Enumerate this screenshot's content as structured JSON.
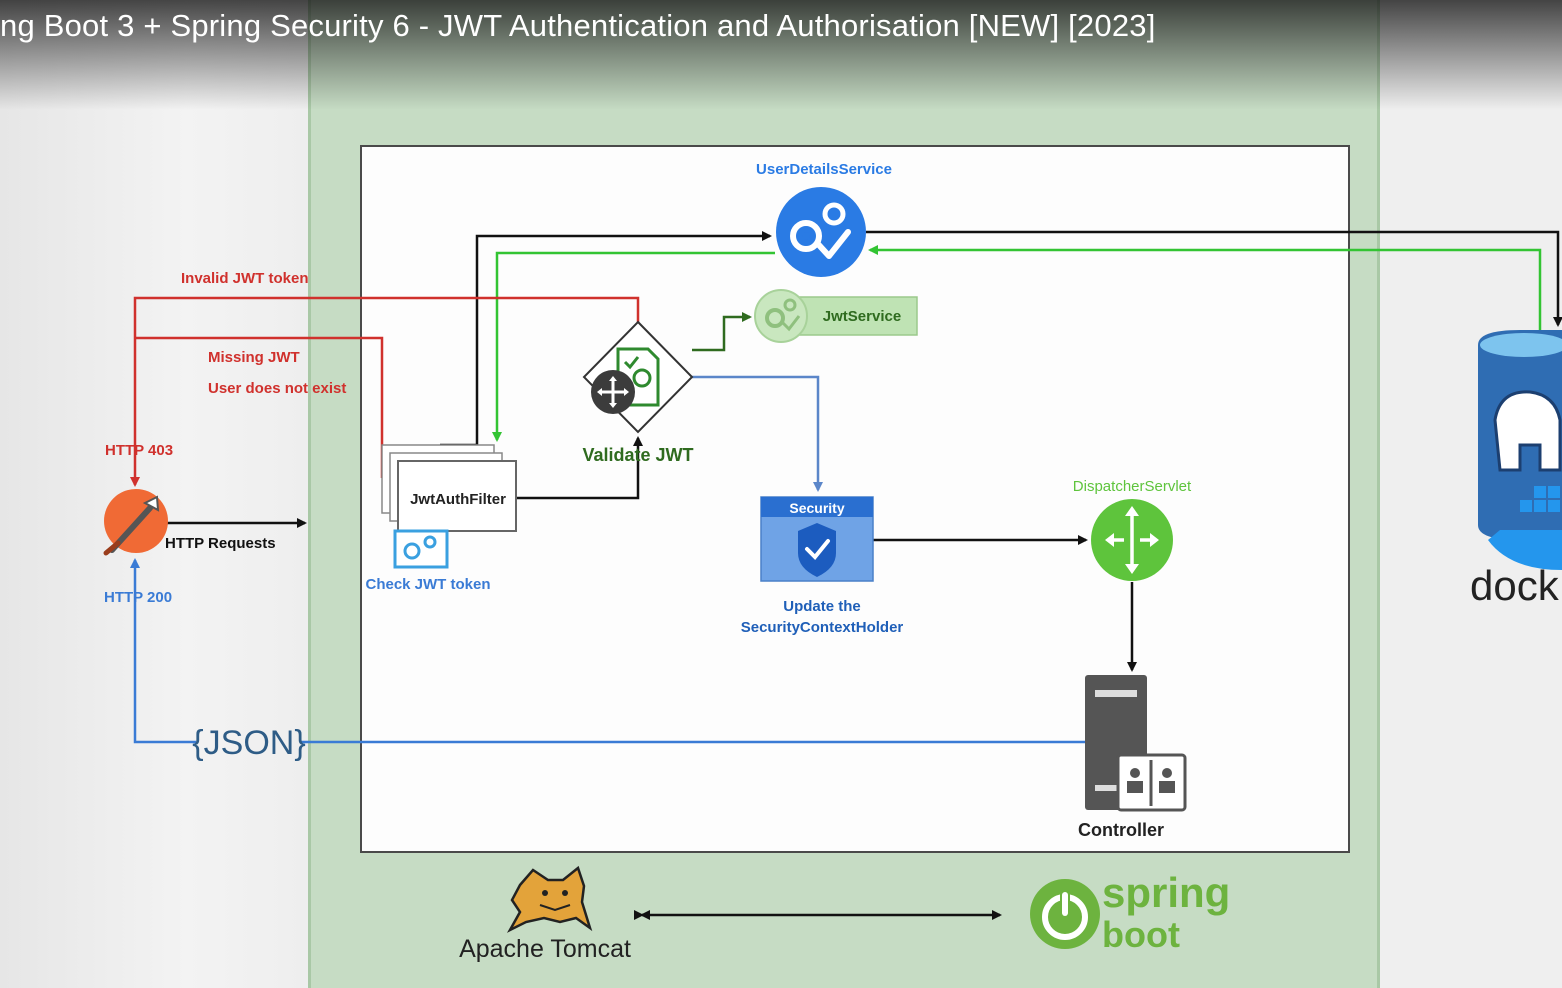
{
  "video": {
    "title": "ng Boot 3 + Spring Security 6 - JWT Authentication and Authorisation [NEW] [2023]"
  },
  "diagram": {
    "user_details_service": "UserDetailsService",
    "jwt_service": "JwtService",
    "invalid_jwt_token": "Invalid JWT token",
    "missing_jwt": "Missing JWT",
    "user_does_not_exist": "User does not exist",
    "http_403": "HTTP 403",
    "http_200": "HTTP 200",
    "http_requests": "HTTP Requests",
    "jwt_auth_filter": "JwtAuthFilter",
    "check_jwt_token": "Check JWT token",
    "validate_jwt": "Validate JWT",
    "security_badge": "Security",
    "update_context_line1": "Update the",
    "update_context_line2": "SecurityContextHolder",
    "dispatcher_servlet": "DispatcherServlet",
    "controller": "Controller",
    "json_label": "{JSON}",
    "apache_tomcat": "Apache Tomcat",
    "spring_line1": "spring",
    "spring_line2": "boot",
    "docker_partial": "dock"
  },
  "colors": {
    "error_red": "#d0312d",
    "link_blue": "#3a7bd5",
    "ok_green": "#33c433",
    "dark_green": "#2f6b1f",
    "service_blue": "#2a7be4",
    "dispatcher_green": "#5ec43c",
    "spring_green": "#6db33f",
    "postman_orange": "#f06a35",
    "postgres_blue": "#2f6db3"
  },
  "icons": {
    "user_details_service": "gears-check-icon",
    "jwt_service": "gears-check-icon",
    "validate_jwt": "document-gear-icon",
    "move_handle": "move-icon",
    "security": "shield-check-icon",
    "dispatcher": "router-arrows-icon",
    "controller": "server-book-icon",
    "client": "postman-icon",
    "filter": "gears-icon",
    "tomcat": "tomcat-cat-logo",
    "spring_boot": "power-logo",
    "database": "postgres-elephant-logo",
    "docker": "docker-whale-logo"
  }
}
